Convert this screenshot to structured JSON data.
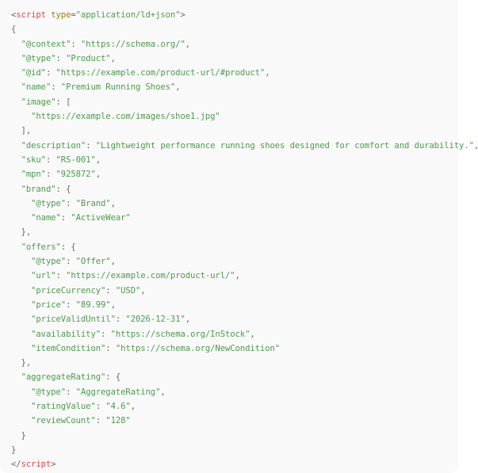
{
  "code_block": {
    "language": "html",
    "colors": {
      "background": "#f9f9f9",
      "string": "#4e9a4e",
      "tag": "#d7494a",
      "attribute": "#9a7a14",
      "punctuation": "#666666"
    },
    "lines": [
      [
        {
          "t": "punc",
          "v": "<"
        },
        {
          "t": "tag",
          "v": "script"
        },
        {
          "t": "punc",
          "v": " "
        },
        {
          "t": "attr",
          "v": "type"
        },
        {
          "t": "punc",
          "v": "="
        },
        {
          "t": "str",
          "v": "\"application/ld+json\""
        },
        {
          "t": "punc",
          "v": ">"
        }
      ],
      [
        {
          "t": "punc",
          "v": "{"
        }
      ],
      [
        {
          "t": "punc",
          "v": "  "
        },
        {
          "t": "str",
          "v": "\"@context\""
        },
        {
          "t": "punc",
          "v": ": "
        },
        {
          "t": "str",
          "v": "\"https://schema.org/\""
        },
        {
          "t": "punc",
          "v": ","
        }
      ],
      [
        {
          "t": "punc",
          "v": "  "
        },
        {
          "t": "str",
          "v": "\"@type\""
        },
        {
          "t": "punc",
          "v": ": "
        },
        {
          "t": "str",
          "v": "\"Product\""
        },
        {
          "t": "punc",
          "v": ","
        }
      ],
      [
        {
          "t": "punc",
          "v": "  "
        },
        {
          "t": "str",
          "v": "\"@id\""
        },
        {
          "t": "punc",
          "v": ": "
        },
        {
          "t": "str",
          "v": "\"https://example.com/product-url/#product\""
        },
        {
          "t": "punc",
          "v": ","
        }
      ],
      [
        {
          "t": "punc",
          "v": "  "
        },
        {
          "t": "str",
          "v": "\"name\""
        },
        {
          "t": "punc",
          "v": ": "
        },
        {
          "t": "str",
          "v": "\"Premium Running Shoes\""
        },
        {
          "t": "punc",
          "v": ","
        }
      ],
      [
        {
          "t": "punc",
          "v": "  "
        },
        {
          "t": "str",
          "v": "\"image\""
        },
        {
          "t": "punc",
          "v": ": ["
        }
      ],
      [
        {
          "t": "punc",
          "v": "    "
        },
        {
          "t": "str",
          "v": "\"https://example.com/images/shoe1.jpg\""
        }
      ],
      [
        {
          "t": "punc",
          "v": "  ],"
        }
      ],
      [
        {
          "t": "punc",
          "v": "  "
        },
        {
          "t": "str",
          "v": "\"description\""
        },
        {
          "t": "punc",
          "v": ": "
        },
        {
          "t": "str",
          "v": "\"Lightweight performance running shoes designed for comfort and durability.\""
        },
        {
          "t": "punc",
          "v": ","
        }
      ],
      [
        {
          "t": "punc",
          "v": "  "
        },
        {
          "t": "str",
          "v": "\"sku\""
        },
        {
          "t": "punc",
          "v": ": "
        },
        {
          "t": "str",
          "v": "\"RS-001\""
        },
        {
          "t": "punc",
          "v": ","
        }
      ],
      [
        {
          "t": "punc",
          "v": "  "
        },
        {
          "t": "str",
          "v": "\"mpn\""
        },
        {
          "t": "punc",
          "v": ": "
        },
        {
          "t": "str",
          "v": "\"925872\""
        },
        {
          "t": "punc",
          "v": ","
        }
      ],
      [
        {
          "t": "punc",
          "v": "  "
        },
        {
          "t": "str",
          "v": "\"brand\""
        },
        {
          "t": "punc",
          "v": ": {"
        }
      ],
      [
        {
          "t": "punc",
          "v": "    "
        },
        {
          "t": "str",
          "v": "\"@type\""
        },
        {
          "t": "punc",
          "v": ": "
        },
        {
          "t": "str",
          "v": "\"Brand\""
        },
        {
          "t": "punc",
          "v": ","
        }
      ],
      [
        {
          "t": "punc",
          "v": "    "
        },
        {
          "t": "str",
          "v": "\"name\""
        },
        {
          "t": "punc",
          "v": ": "
        },
        {
          "t": "str",
          "v": "\"ActiveWear\""
        }
      ],
      [
        {
          "t": "punc",
          "v": "  },"
        }
      ],
      [
        {
          "t": "punc",
          "v": "  "
        },
        {
          "t": "str",
          "v": "\"offers\""
        },
        {
          "t": "punc",
          "v": ": {"
        }
      ],
      [
        {
          "t": "punc",
          "v": "    "
        },
        {
          "t": "str",
          "v": "\"@type\""
        },
        {
          "t": "punc",
          "v": ": "
        },
        {
          "t": "str",
          "v": "\"Offer\""
        },
        {
          "t": "punc",
          "v": ","
        }
      ],
      [
        {
          "t": "punc",
          "v": "    "
        },
        {
          "t": "str",
          "v": "\"url\""
        },
        {
          "t": "punc",
          "v": ": "
        },
        {
          "t": "str",
          "v": "\"https://example.com/product-url/\""
        },
        {
          "t": "punc",
          "v": ","
        }
      ],
      [
        {
          "t": "punc",
          "v": "    "
        },
        {
          "t": "str",
          "v": "\"priceCurrency\""
        },
        {
          "t": "punc",
          "v": ": "
        },
        {
          "t": "str",
          "v": "\"USD\""
        },
        {
          "t": "punc",
          "v": ","
        }
      ],
      [
        {
          "t": "punc",
          "v": "    "
        },
        {
          "t": "str",
          "v": "\"price\""
        },
        {
          "t": "punc",
          "v": ": "
        },
        {
          "t": "str",
          "v": "\"89.99\""
        },
        {
          "t": "punc",
          "v": ","
        }
      ],
      [
        {
          "t": "punc",
          "v": "    "
        },
        {
          "t": "str",
          "v": "\"priceValidUntil\""
        },
        {
          "t": "punc",
          "v": ": "
        },
        {
          "t": "str",
          "v": "\"2026-12-31\""
        },
        {
          "t": "punc",
          "v": ","
        }
      ],
      [
        {
          "t": "punc",
          "v": "    "
        },
        {
          "t": "str",
          "v": "\"availability\""
        },
        {
          "t": "punc",
          "v": ": "
        },
        {
          "t": "str",
          "v": "\"https://schema.org/InStock\""
        },
        {
          "t": "punc",
          "v": ","
        }
      ],
      [
        {
          "t": "punc",
          "v": "    "
        },
        {
          "t": "str",
          "v": "\"itemCondition\""
        },
        {
          "t": "punc",
          "v": ": "
        },
        {
          "t": "str",
          "v": "\"https://schema.org/NewCondition\""
        }
      ],
      [
        {
          "t": "punc",
          "v": "  },"
        }
      ],
      [
        {
          "t": "punc",
          "v": "  "
        },
        {
          "t": "str",
          "v": "\"aggregateRating\""
        },
        {
          "t": "punc",
          "v": ": {"
        }
      ],
      [
        {
          "t": "punc",
          "v": "    "
        },
        {
          "t": "str",
          "v": "\"@type\""
        },
        {
          "t": "punc",
          "v": ": "
        },
        {
          "t": "str",
          "v": "\"AggregateRating\""
        },
        {
          "t": "punc",
          "v": ","
        }
      ],
      [
        {
          "t": "punc",
          "v": "    "
        },
        {
          "t": "str",
          "v": "\"ratingValue\""
        },
        {
          "t": "punc",
          "v": ": "
        },
        {
          "t": "str",
          "v": "\"4.6\""
        },
        {
          "t": "punc",
          "v": ","
        }
      ],
      [
        {
          "t": "punc",
          "v": "    "
        },
        {
          "t": "str",
          "v": "\"reviewCount\""
        },
        {
          "t": "punc",
          "v": ": "
        },
        {
          "t": "str",
          "v": "\"128\""
        }
      ],
      [
        {
          "t": "punc",
          "v": "  }"
        }
      ],
      [
        {
          "t": "punc",
          "v": "}"
        }
      ],
      [
        {
          "t": "punc",
          "v": "</"
        },
        {
          "t": "tag",
          "v": "script"
        },
        {
          "t": "punc",
          "v": ">"
        }
      ]
    ]
  }
}
